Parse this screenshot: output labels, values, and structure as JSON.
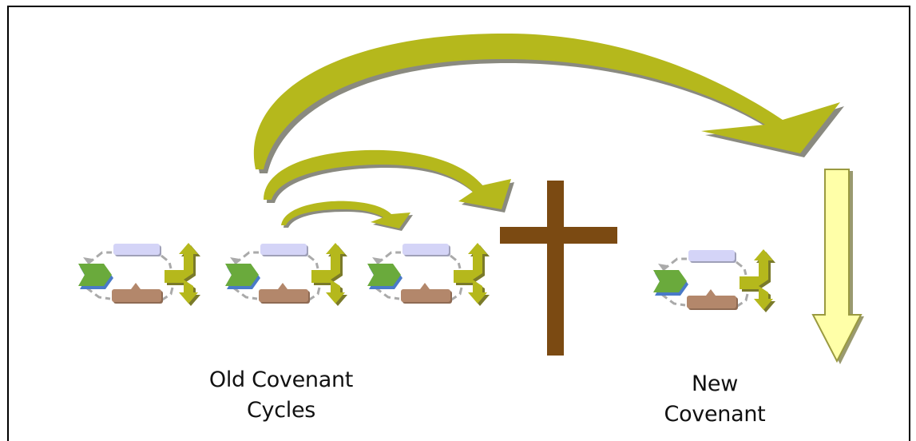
{
  "labels": {
    "old_covenant_line1": "Old Covenant",
    "old_covenant_line2": "Cycles",
    "new_covenant_line1": "New",
    "new_covenant_line2": "Covenant"
  },
  "colors": {
    "arc_arrow": "#b5b81c",
    "arc_shadow": "#8a8a80",
    "cross": "#7b4a12",
    "down_arrow_fill": "#ffffa8",
    "down_arrow_stroke": "#9a9a40",
    "cycle_top_bar": "#d4d4f7",
    "cycle_bottom_bar": "#b3876b",
    "cycle_left_chevron": "#6aaa3c",
    "cycle_left_chevron_edge": "#4a7ac8",
    "cycle_fork_arrow": "#b5b81c",
    "cycle_dash": "#aaaaaa"
  },
  "icons": {
    "cross": "cross-icon",
    "down_arrow": "down-arrow-icon",
    "cycle": "cycle-icon"
  }
}
